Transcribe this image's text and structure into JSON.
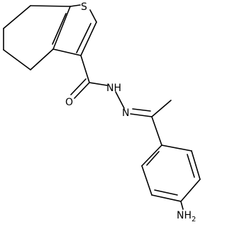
{
  "molecule": {
    "atoms": {
      "S": "S",
      "O": "O",
      "NH": "NH",
      "N": "N",
      "NH2": "NH",
      "NH2_subscript": "2"
    },
    "colors": {
      "bond": "#000000",
      "label": "#000000",
      "background": "#ffffff"
    }
  }
}
